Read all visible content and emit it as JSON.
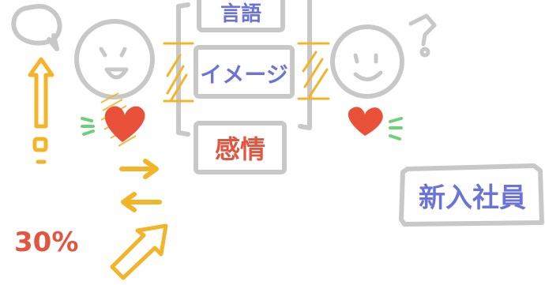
{
  "illustration": {
    "boxes": {
      "language": "言語",
      "image": "イメージ",
      "emotion": "感情"
    },
    "side_label": "新入社員",
    "percent_label": "30%",
    "icons": {
      "speech_bubble": "speech-bubble-icon",
      "exclamation_arrow": "exclamation-arrow-icon",
      "heart_left": "heart-icon",
      "heart_right": "heart-icon",
      "arrow_right": "arrow-right-icon",
      "arrow_left": "arrow-left-icon",
      "arrow_up_right": "arrow-up-right-icon"
    },
    "colors": {
      "gray_line": "#c8c8c8",
      "blue_text": "#6b74d6",
      "red_text": "#e2553f",
      "orange": "#f4b428",
      "heart": "#e9513a",
      "green": "#6fd07a"
    }
  }
}
